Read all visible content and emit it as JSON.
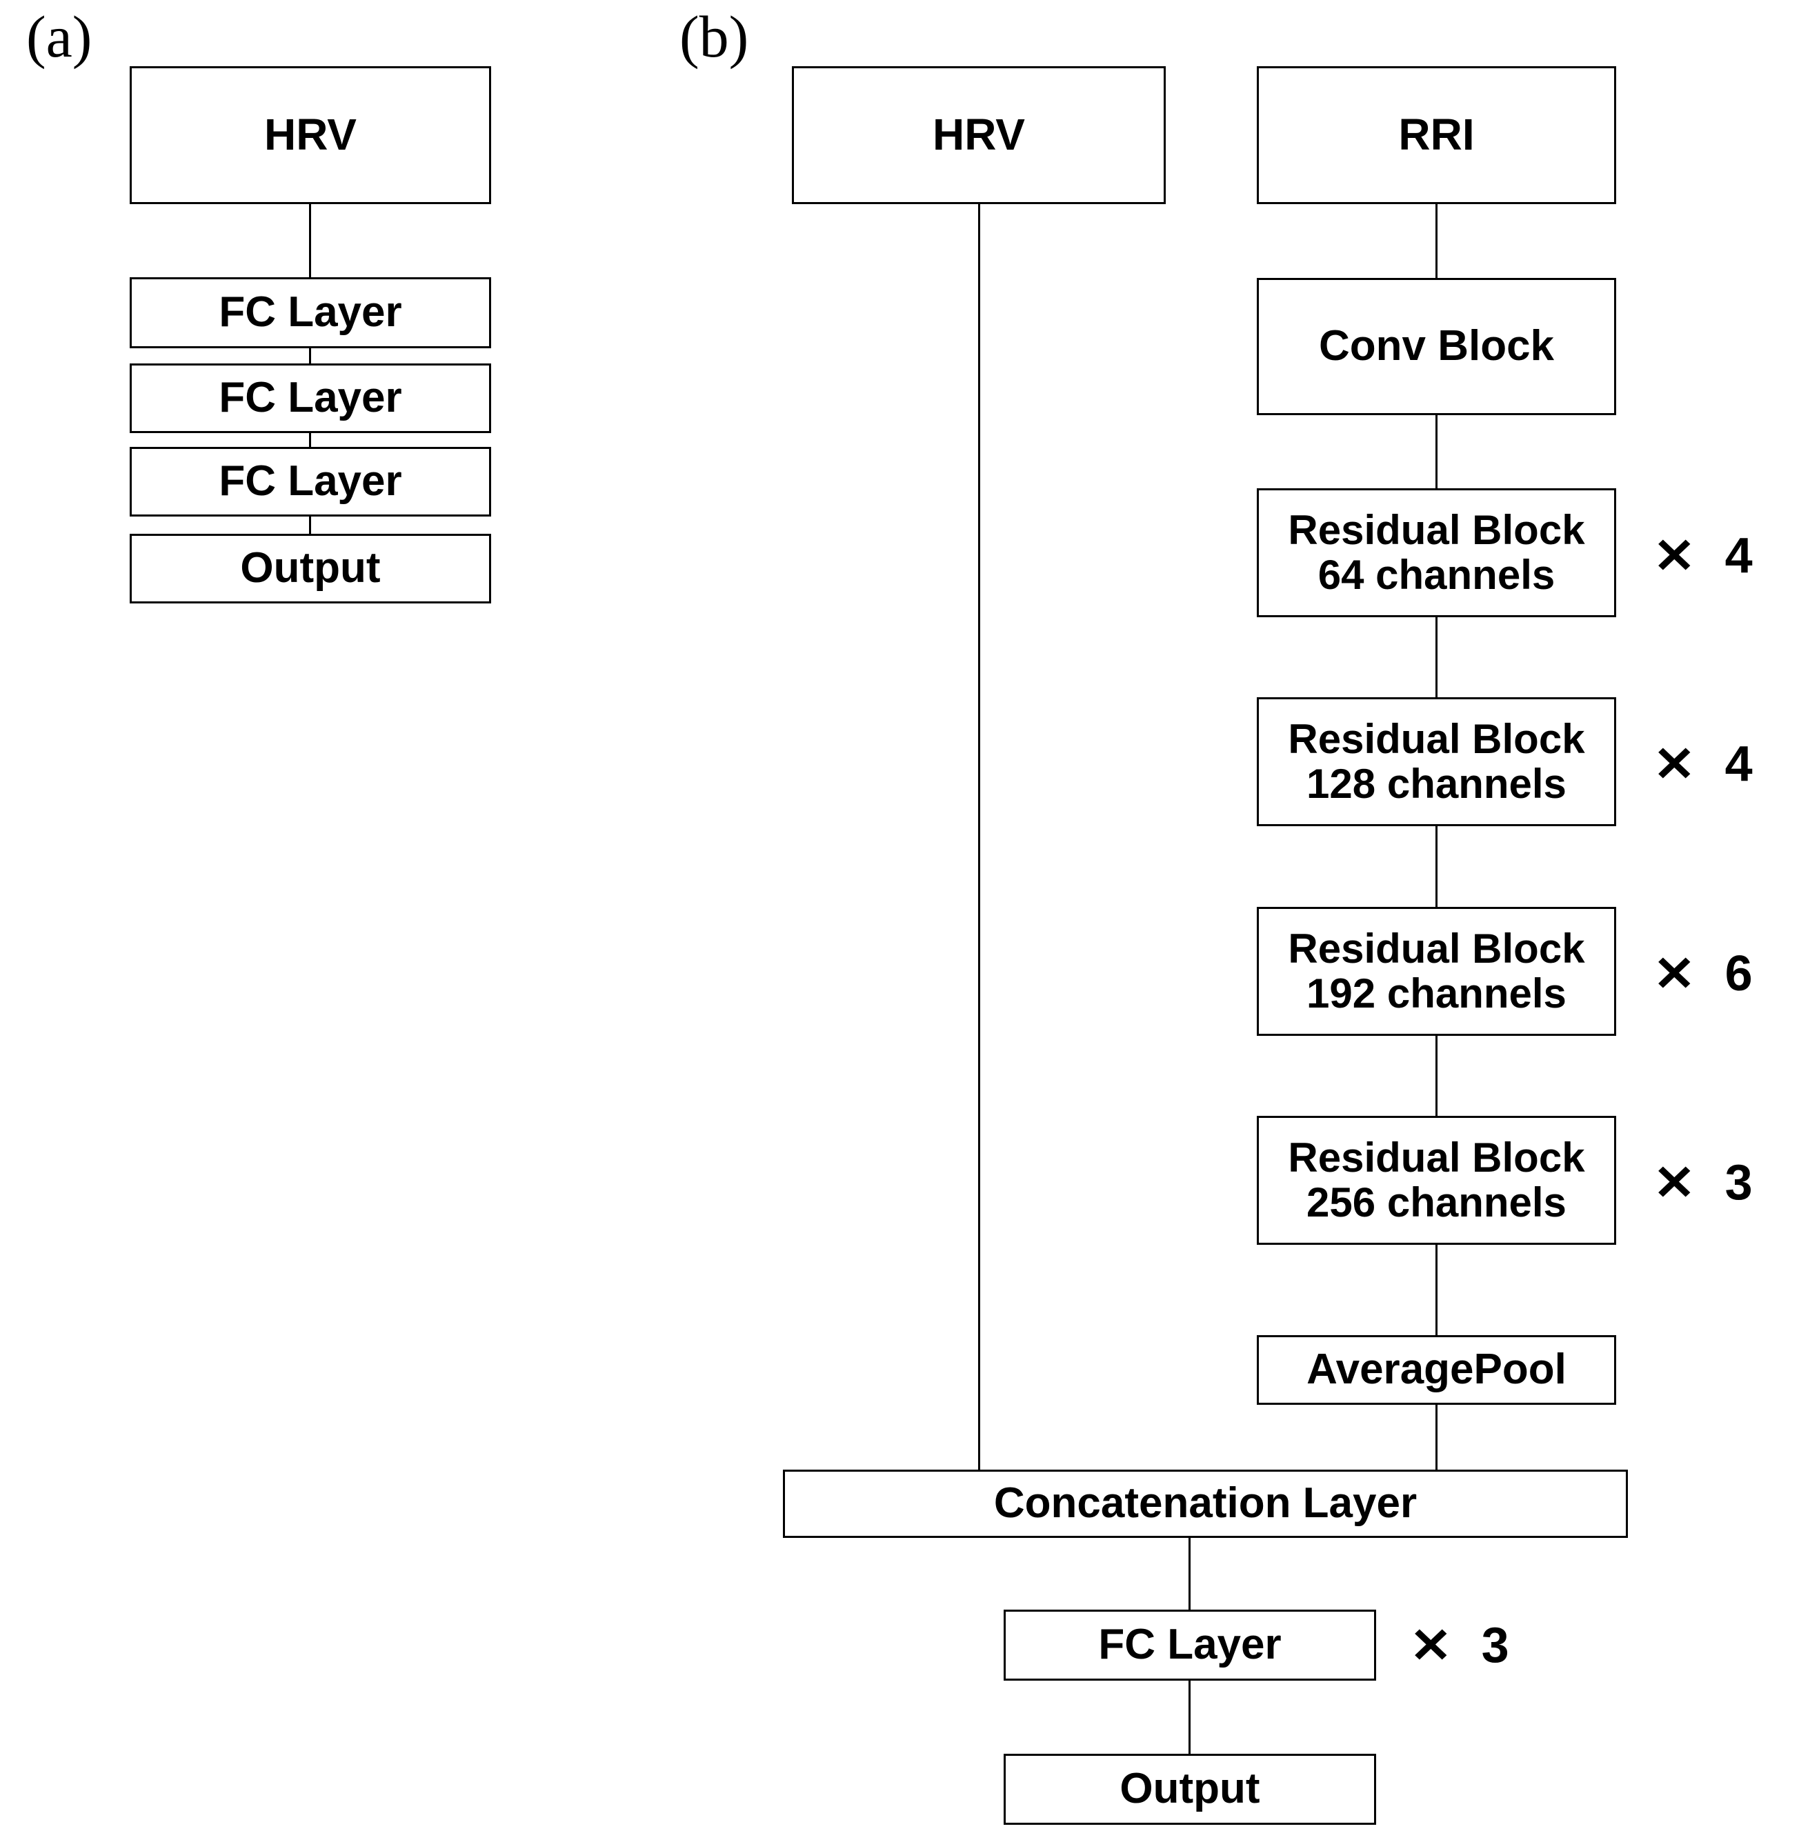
{
  "figure": {
    "panels": [
      {
        "id": "a",
        "label": "(a)",
        "nodes": [
          {
            "name": "hrv-input",
            "label": "HRV"
          },
          {
            "name": "fc-layer-1",
            "label": "FC Layer"
          },
          {
            "name": "fc-layer-2",
            "label": "FC Layer"
          },
          {
            "name": "fc-layer-3",
            "label": "FC Layer"
          },
          {
            "name": "output",
            "label": "Output"
          }
        ]
      },
      {
        "id": "b",
        "label": "(b)",
        "hrv_branch": [
          {
            "name": "hrv-input",
            "label": "HRV"
          }
        ],
        "rri_branch": [
          {
            "name": "rri-input",
            "label": "RRI",
            "multiplier": ""
          },
          {
            "name": "conv-block",
            "label": "Conv Block",
            "multiplier": ""
          },
          {
            "name": "residual-block-64",
            "label": "Residual Block\n64 channels",
            "multiplier": "4"
          },
          {
            "name": "residual-block-128",
            "label": "Residual Block\n128 channels",
            "multiplier": "4"
          },
          {
            "name": "residual-block-192",
            "label": "Residual Block\n192 channels",
            "multiplier": "6"
          },
          {
            "name": "residual-block-256",
            "label": "Residual Block\n256 channels",
            "multiplier": "3"
          },
          {
            "name": "average-pool",
            "label": "AveragePool",
            "multiplier": ""
          }
        ],
        "merge": [
          {
            "name": "concatenation-layer",
            "label": "Concatenation Layer",
            "multiplier": ""
          },
          {
            "name": "fc-layer",
            "label": "FC Layer",
            "multiplier": "3"
          },
          {
            "name": "output",
            "label": "Output",
            "multiplier": ""
          }
        ]
      }
    ],
    "multiply_symbol": "✕",
    "colors": {
      "stroke": "#000000",
      "fill": "#ffffff",
      "text": "#000000"
    }
  }
}
